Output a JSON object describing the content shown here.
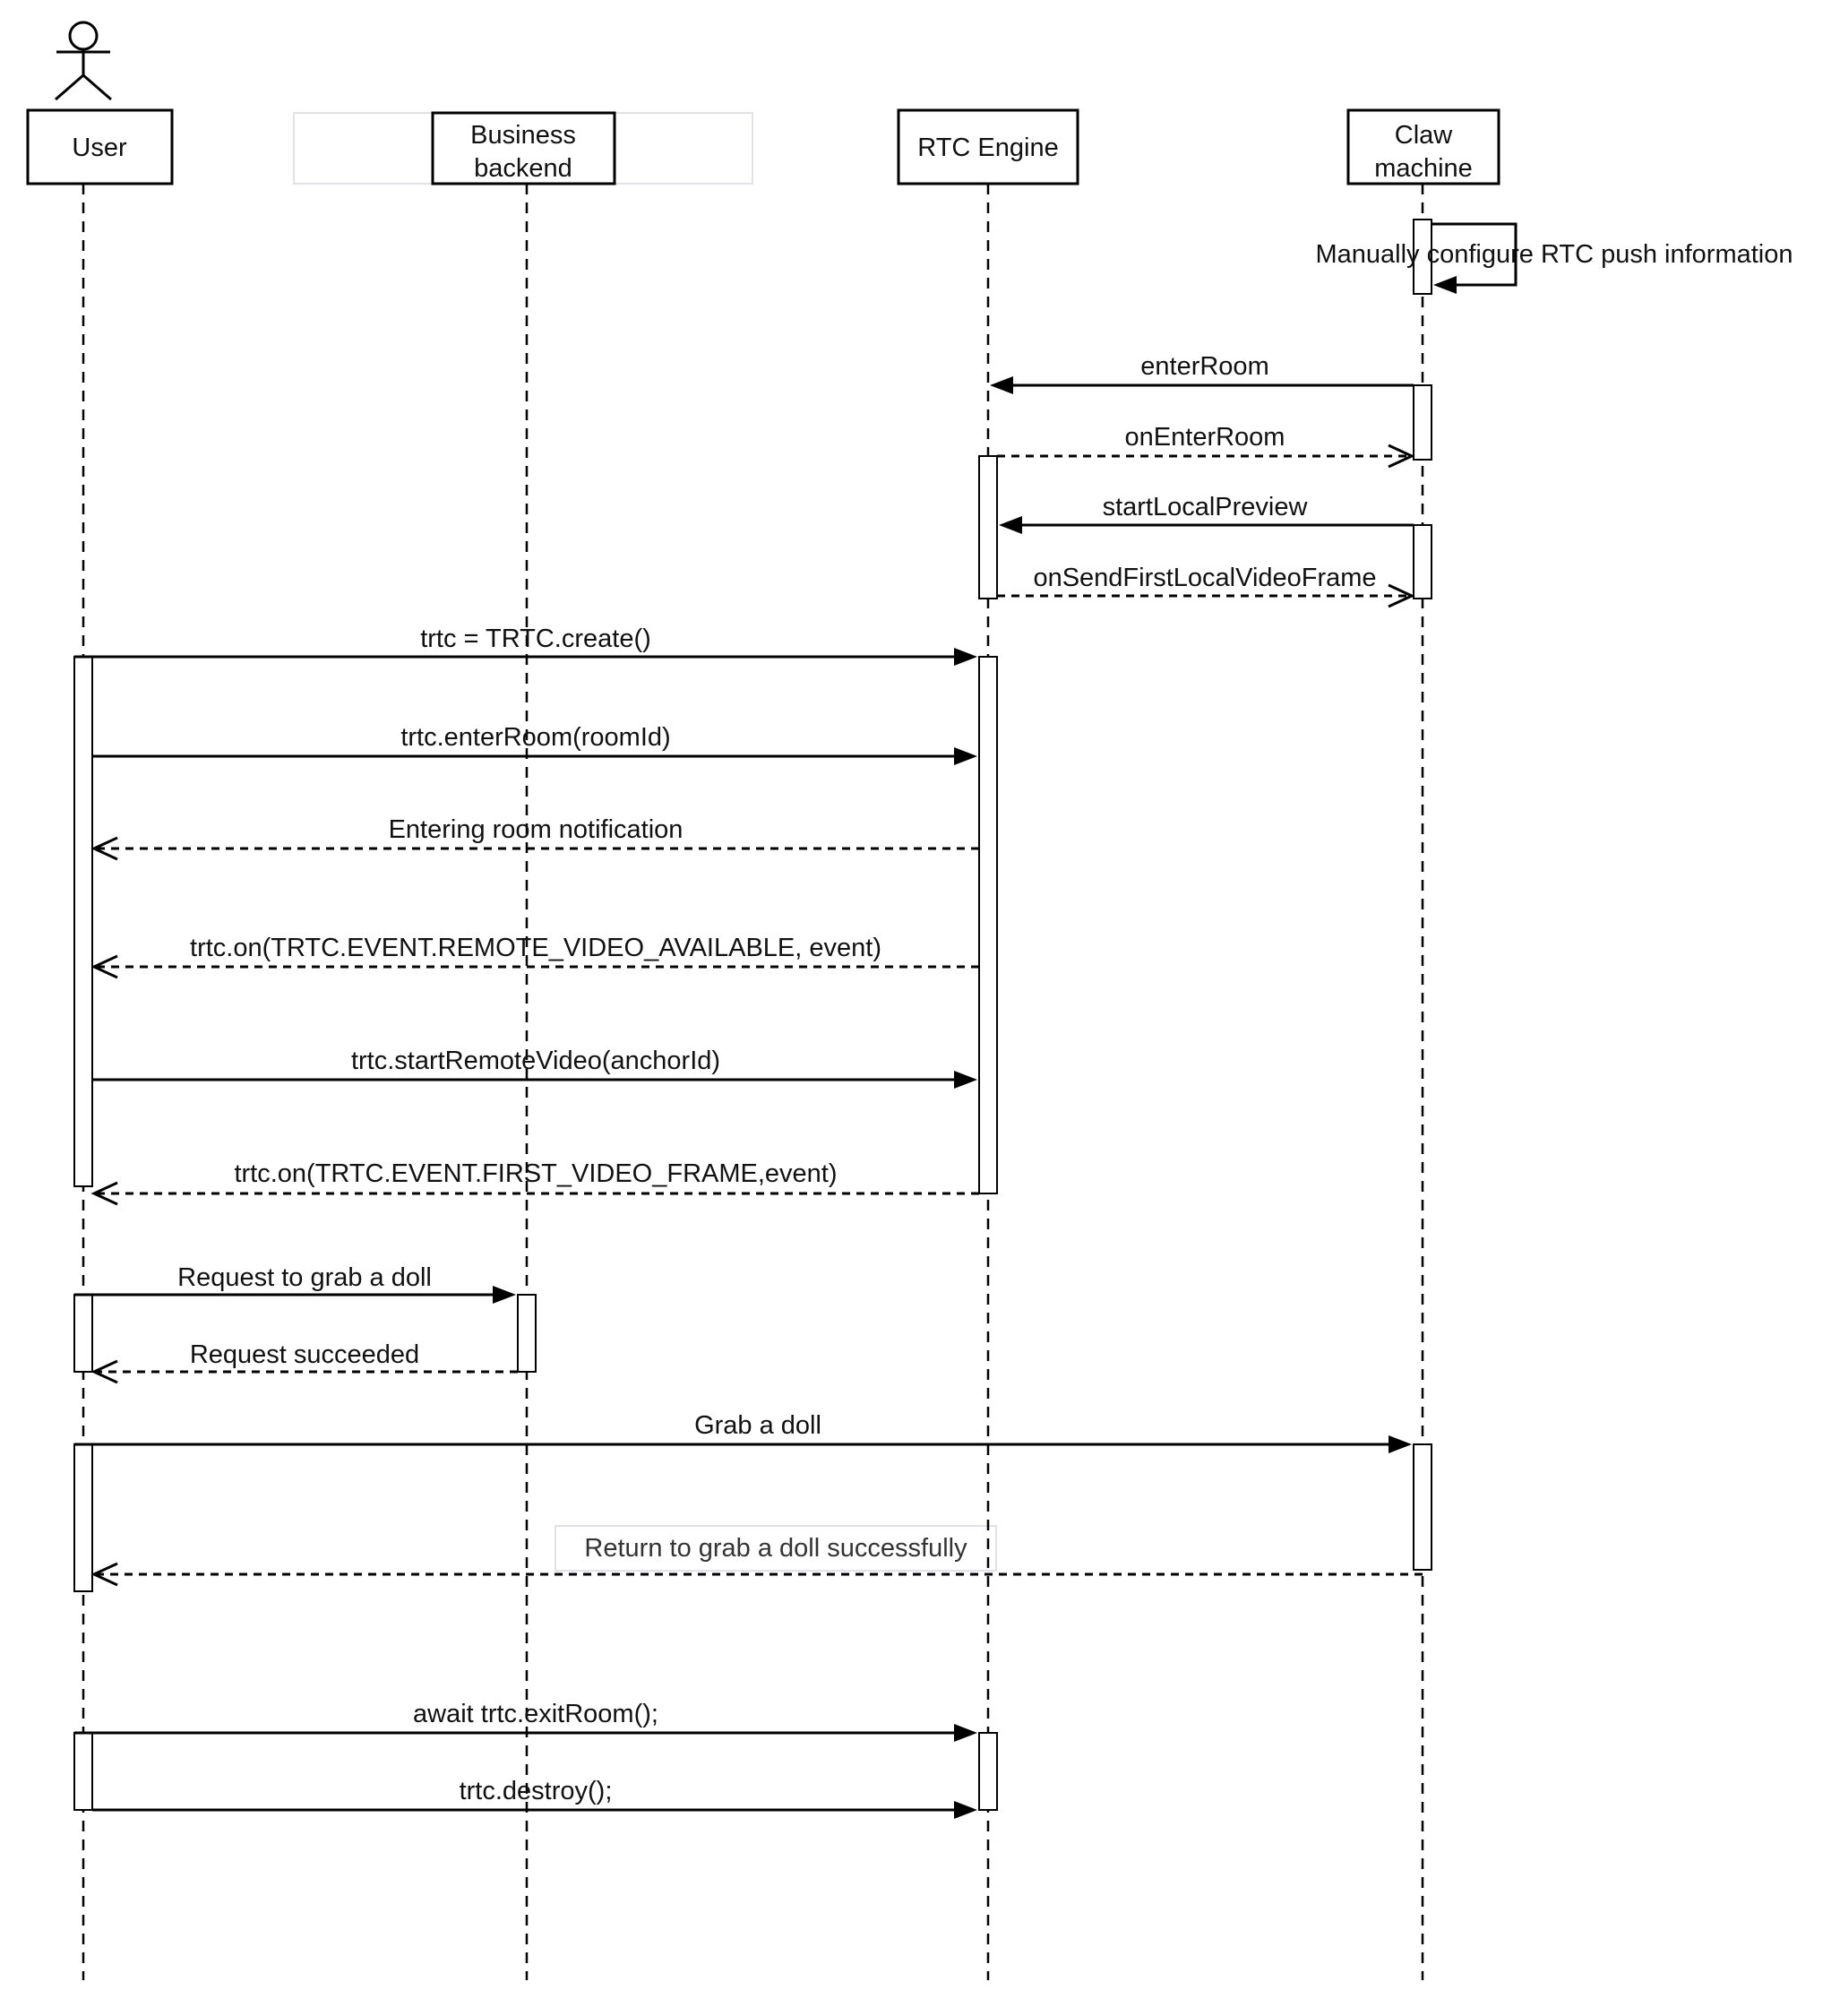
{
  "diagram": {
    "type": "uml-sequence-diagram",
    "colors": {
      "stroke": "#000000",
      "box_fill": "#ffffff",
      "note_border": "#dfe2ea",
      "note_text": "#333333",
      "background": "#ffffff"
    },
    "actors": [
      {
        "id": "user",
        "kind": "actor",
        "label": "User"
      },
      {
        "id": "business-backend",
        "kind": "participant",
        "label": "Business backend",
        "label_lines": [
          "Business",
          "backend"
        ]
      },
      {
        "id": "rtc-engine",
        "kind": "participant",
        "label": "RTC Engine"
      },
      {
        "id": "claw-machine",
        "kind": "participant",
        "label": "Claw machine",
        "label_lines": [
          "Claw",
          "machine"
        ]
      }
    ],
    "messages": [
      {
        "from": "claw-machine",
        "to": "claw-machine",
        "style": "solid-self",
        "label": "Manually configure RTC push information"
      },
      {
        "from": "claw-machine",
        "to": "rtc-engine",
        "style": "solid",
        "label": "enterRoom"
      },
      {
        "from": "rtc-engine",
        "to": "claw-machine",
        "style": "dashed",
        "label": "onEnterRoom"
      },
      {
        "from": "claw-machine",
        "to": "rtc-engine",
        "style": "solid",
        "label": "startLocalPreview"
      },
      {
        "from": "rtc-engine",
        "to": "claw-machine",
        "style": "dashed",
        "label": "onSendFirstLocalVideoFrame"
      },
      {
        "from": "user",
        "to": "rtc-engine",
        "style": "solid",
        "label": "trtc = TRTC.create()"
      },
      {
        "from": "user",
        "to": "rtc-engine",
        "style": "solid",
        "label": "trtc.enterRoom(roomId)"
      },
      {
        "from": "rtc-engine",
        "to": "user",
        "style": "dashed",
        "label": "Entering room notification"
      },
      {
        "from": "rtc-engine",
        "to": "user",
        "style": "dashed",
        "label": "trtc.on(TRTC.EVENT.REMOTE_VIDEO_AVAILABLE, event)"
      },
      {
        "from": "user",
        "to": "rtc-engine",
        "style": "solid",
        "label": "trtc.startRemoteVideo(anchorId)"
      },
      {
        "from": "rtc-engine",
        "to": "user",
        "style": "dashed",
        "label": "trtc.on(TRTC.EVENT.FIRST_VIDEO_FRAME,event)"
      },
      {
        "from": "user",
        "to": "business-backend",
        "style": "solid",
        "label": "Request to grab a doll"
      },
      {
        "from": "business-backend",
        "to": "user",
        "style": "dashed",
        "label": "Request succeeded"
      },
      {
        "from": "user",
        "to": "claw-machine",
        "style": "solid",
        "label": "Grab a doll"
      },
      {
        "from": "claw-machine",
        "to": "user",
        "style": "dashed",
        "boxed": true,
        "label": "Return to grab a doll successfully"
      },
      {
        "from": "user",
        "to": "rtc-engine",
        "style": "solid",
        "label": "await trtc.exitRoom();"
      },
      {
        "from": "user",
        "to": "rtc-engine",
        "style": "solid",
        "label": "trtc.destroy();"
      }
    ]
  }
}
